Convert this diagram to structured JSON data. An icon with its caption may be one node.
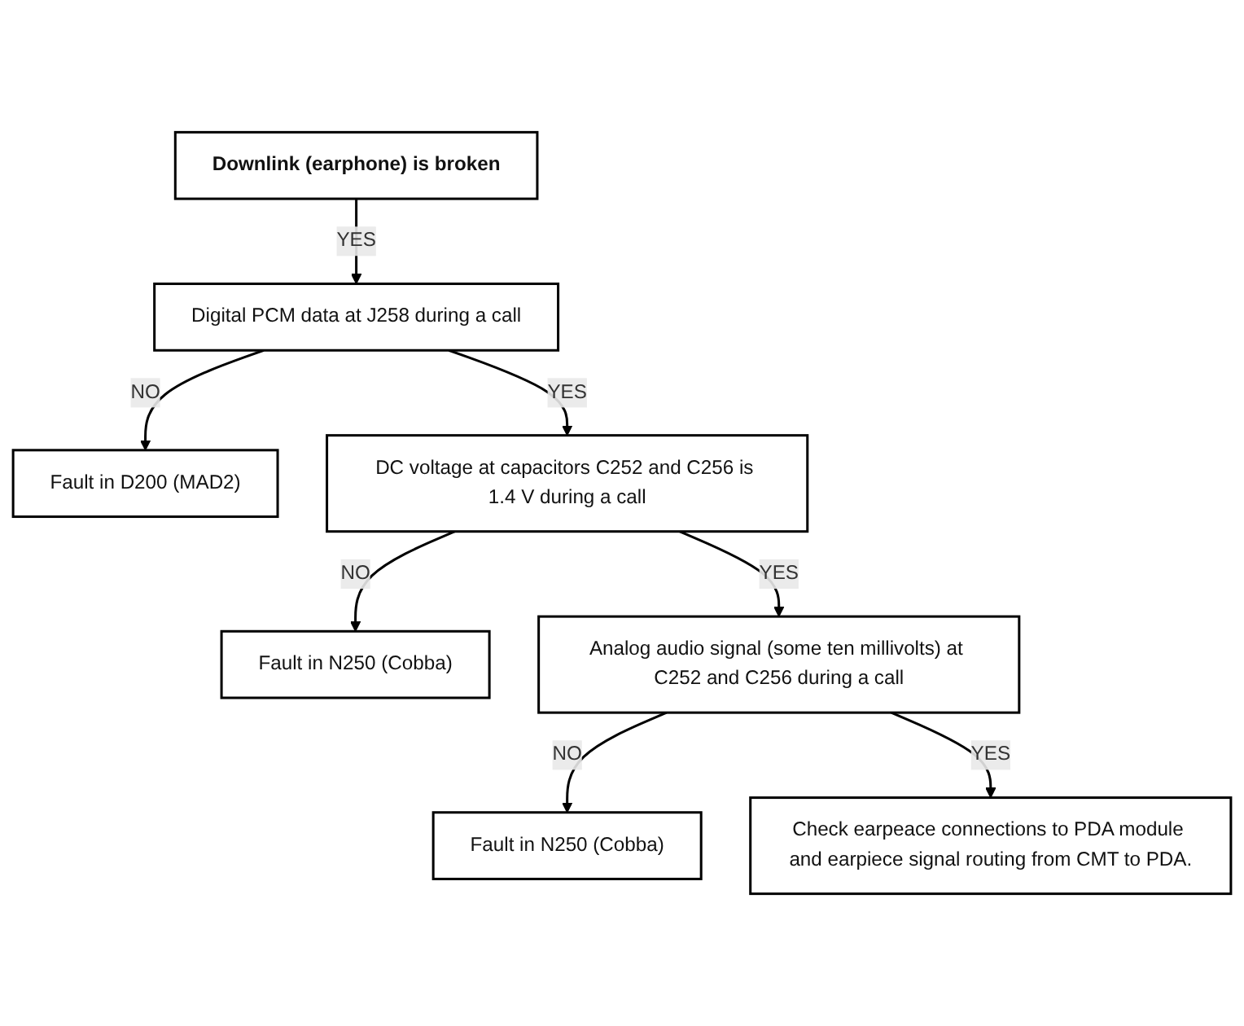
{
  "diagram": {
    "nodes": [
      {
        "text": [
          "Downlink (earphone) is broken"
        ]
      },
      {
        "text": [
          "Digital PCM data at J258 during a call"
        ]
      },
      {
        "text": [
          "Fault in D200 (MAD2)"
        ]
      },
      {
        "text": [
          "DC voltage at capacitors C252 and C256 is 1.4 V during a call"
        ]
      },
      {
        "text": [
          "Fault in N250 (Cobba)"
        ]
      },
      {
        "text": [
          "Analog audio signal (some ten millivolts) at C252 and C256 during a call"
        ]
      },
      {
        "text": [
          "Fault in N250 (Cobba)"
        ]
      },
      {
        "text": [
          "Check earpeace connections to PDA module and earpiece signal routing from CMT to PDA."
        ]
      }
    ],
    "edges": [
      {
        "from": 0,
        "to": 1,
        "arrow": "to",
        "label": "YES"
      },
      {
        "from": 1,
        "to": 2,
        "arrow": "to",
        "label": "NO"
      },
      {
        "from": 1,
        "to": 3,
        "arrow": "to",
        "label": "YES"
      },
      {
        "from": 3,
        "to": 4,
        "arrow": "to",
        "label": "NO"
      },
      {
        "from": 3,
        "to": 5,
        "arrow": "to",
        "label": "YES"
      },
      {
        "from": 5,
        "to": 6,
        "arrow": "to",
        "label": "NO"
      },
      {
        "from": 5,
        "to": 7,
        "arrow": "to",
        "label": "YES"
      }
    ]
  }
}
